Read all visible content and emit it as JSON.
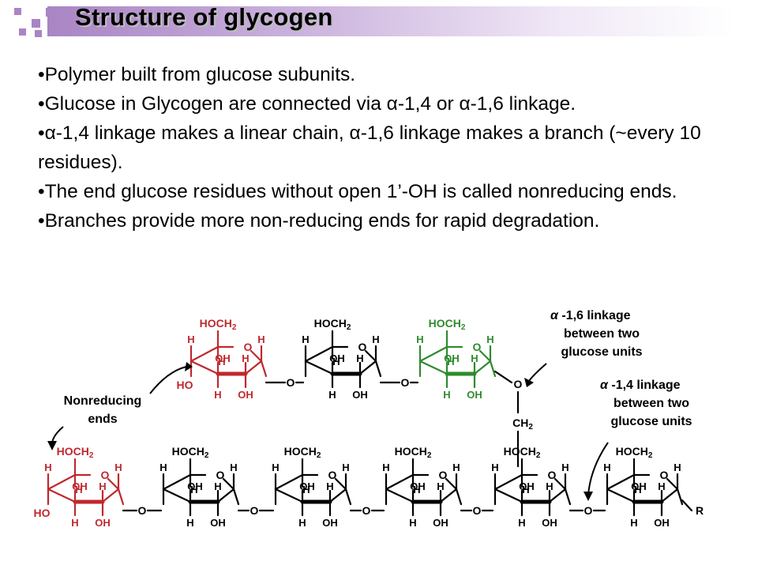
{
  "title": "Structure of glycogen",
  "bullets": [
    "Polymer built from glucose subunits.",
    "Glucose in Glycogen are connected via α-1,4 or α-1,6 linkage.",
    "α-1,4 linkage makes a linear chain, α-1,6 linkage makes a branch (~every 10 residues).",
    "The end glucose residues without open 1’-OH is called nonreducing ends.",
    "Branches provide more non-reducing ends for rapid degradation."
  ],
  "diagram": {
    "annotations": {
      "nonreducing_ends": [
        "Nonreducing",
        "ends"
      ],
      "alpha16": [
        "-1,6 linkage",
        "between two",
        "glucose units"
      ],
      "alpha14": [
        "-1,4 linkage",
        "between two",
        "glucose units"
      ],
      "alpha_symbol": "α"
    },
    "labels": {
      "hoch2": "HOCH",
      "sub2": "2",
      "h": "H",
      "oh": "OH",
      "ho": "HO",
      "o": "O",
      "ch2": "CH",
      "r": "R"
    },
    "colors": {
      "nonreducing_residue": "#c0282d",
      "branch_residue": "#2e8b2e",
      "chain_residue": "#000000",
      "title_gradient": "#a985c4"
    }
  }
}
